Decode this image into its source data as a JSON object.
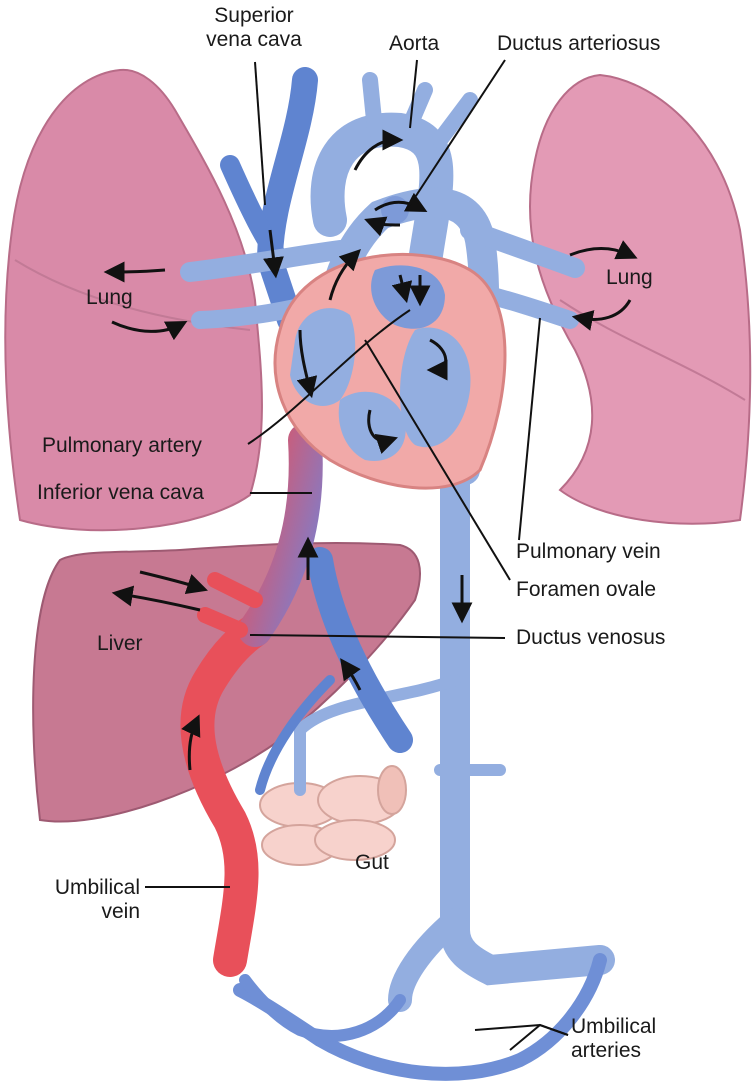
{
  "labels": {
    "superior_vena_cava": [
      "Superior",
      "vena cava"
    ],
    "aorta": "Aorta",
    "ductus_arteriosus": "Ductus arteriosus",
    "lung_left": "Lung",
    "lung_right": "Lung",
    "pulmonary_artery": "Pulmonary artery",
    "inferior_vena_cava": "Inferior vena cava",
    "pulmonary_vein": "Pulmonary vein",
    "foramen_ovale": "Foramen ovale",
    "ductus_venosus": "Ductus venosus",
    "liver": "Liver",
    "gut": "Gut",
    "umbilical_vein": [
      "Umbilical",
      "vein"
    ],
    "umbilical_arteries": [
      "Umbilical",
      "arteries"
    ]
  },
  "colors": {
    "lung": "#d98aa8",
    "liver": "#c77992",
    "heart_wall": "#f1a9a8",
    "deoxygenated_vessel": "#5f84d0",
    "mixed_vessel": "#93aee0",
    "oxygenated_vessel": "#e8505a",
    "gut": "#f7d2cc"
  }
}
